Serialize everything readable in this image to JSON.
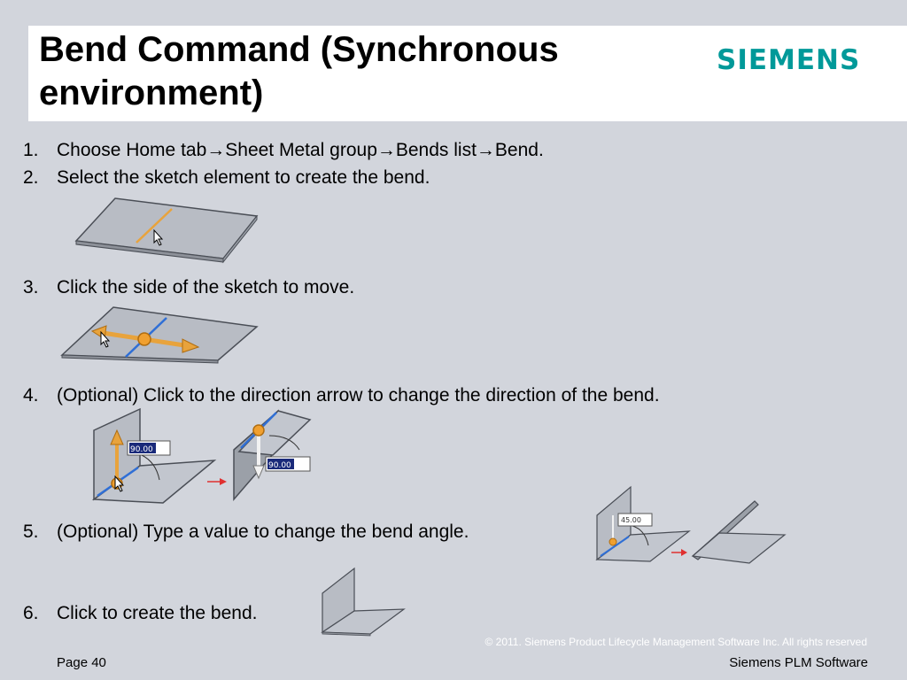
{
  "header": {
    "title_line1": "Bend Command (Synchronous",
    "title_line2": "environment)",
    "logo": "SIEMENS"
  },
  "steps": [
    {
      "num": "1.",
      "text": "Choose Home tab→Sheet Metal group→Bends list→Bend."
    },
    {
      "num": "2.",
      "text": "Select the sketch element to create the bend."
    },
    {
      "num": "3.",
      "text": "Click the side of the sketch to move."
    },
    {
      "num": "4.",
      "text": "(Optional) Click to the direction arrow to change the direction of the bend."
    },
    {
      "num": "5.",
      "text": "(Optional) Type a value to change the bend angle."
    },
    {
      "num": "6.",
      "text": "Click to create the bend."
    }
  ],
  "illustrations": {
    "angle_value_a": "90.00 °",
    "angle_value_b": "90.00 °",
    "angle_value_c": "45.00"
  },
  "footer": {
    "copyright": "© 2011. Siemens Product Lifecycle Management Software Inc. All rights reserved",
    "page": "Page 40",
    "company": "Siemens PLM Software"
  },
  "colors": {
    "background": "#d2d5dc",
    "brand": "#009999",
    "sketch_line_orange": "#e8a33c",
    "sketch_line_blue": "#2f6fd6",
    "arrow_red": "#e03030"
  }
}
